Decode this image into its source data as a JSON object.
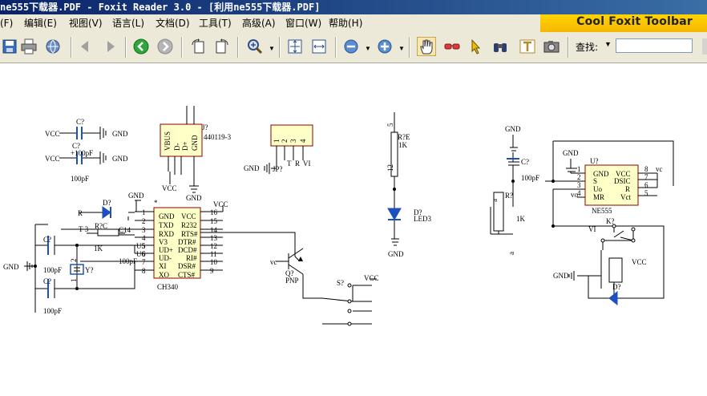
{
  "window": {
    "title": "ne555下载器.PDF - Foxit Reader 3.0 - [利用ne555下载器.PDF]"
  },
  "menu": {
    "items": [
      "(F)",
      "编辑(E)",
      "视图(V)",
      "语言(L)",
      "文档(D)",
      "工具(T)",
      "高级(A)",
      "窗口(W)",
      "帮助(H)"
    ]
  },
  "brand": {
    "label": "Cool Foxit Toolbar",
    "color": "#f5c400"
  },
  "toolbar": {
    "icons": [
      "save-icon",
      "print-icon",
      "email-icon",
      "previous-page-icon",
      "next-page-icon",
      "go-back-icon",
      "go-forward-icon",
      "rotate-left-icon",
      "rotate-right-icon",
      "zoom-in-icon",
      "fit-page-icon",
      "fit-width-icon",
      "zoom-out-icon",
      "zoom-plus-icon",
      "hand-tool-icon",
      "glasses-icon",
      "select-arrow-icon",
      "binoculars-icon",
      "text-select-icon",
      "snapshot-icon"
    ],
    "find_label": "查找:",
    "find_value": ""
  },
  "schematic": {
    "labels": {
      "vcc": "VCC",
      "gnd": "GND",
      "c_unknown": "C?",
      "c_100pf": "100pF",
      "c_plus_100pf": "+100pF",
      "j_ref": "J?",
      "j_part": "440119-3",
      "j_vbus": "VBUS",
      "j_dminus": "D-",
      "j_dplus": "D+",
      "j_gnd": "GND",
      "jp_ref": "JP?",
      "jp_pins": [
        "1",
        "2",
        "3",
        "4"
      ],
      "jp_t": "T",
      "jp_r": "R",
      "jp_vi": "VI",
      "r_e": "R?E",
      "r_1k": "1K",
      "pin_5": "5",
      "pin_12": "12",
      "pin_13": "13",
      "d_ref": "D?",
      "led3": "LED3",
      "ch340": "CH340",
      "ch340_left": [
        "GND",
        "TXD",
        "RXD",
        "V3",
        "UD+",
        "UD-",
        "XI",
        "XO"
      ],
      "ch340_right": [
        "VCC",
        "R232",
        "RTS#",
        "DTR#",
        "DCD#",
        "RI#",
        "DSR#",
        "CTS#"
      ],
      "ch340_lpins": [
        "1",
        "2",
        "3",
        "4",
        "5",
        "6",
        "7",
        "8"
      ],
      "ch340_rpins": [
        "16",
        "15",
        "14",
        "13",
        "12",
        "11",
        "10",
        "9"
      ],
      "net_r": "R",
      "net_t3": "T 3",
      "net_u5": "U5",
      "net_u6": "U6",
      "r_c": "R?C",
      "c_14": "C14",
      "y_ref": "Y?",
      "y_pins": [
        "1",
        "2"
      ],
      "k1": "1K",
      "q_ref": "Q?",
      "pnp": "PNP",
      "vc": "vc",
      "vo": "vo",
      "s_ref": "S?",
      "u_ref": "U?",
      "ne555": "NE555",
      "ne555_left": [
        "GND",
        "S",
        "Uo",
        "MR"
      ],
      "ne555_right": [
        "VCC",
        "DSIC",
        "R",
        "Vct"
      ],
      "ne555_lpins": [
        "1",
        "2",
        "3",
        "4"
      ],
      "ne555_rpins": [
        "8",
        "7",
        "6",
        "5"
      ],
      "k_ref": "K?",
      "vi": "VI",
      "r_ref": "R?",
      "star": "*",
      "r_lower": "a",
      "r_lower2": "a"
    }
  }
}
